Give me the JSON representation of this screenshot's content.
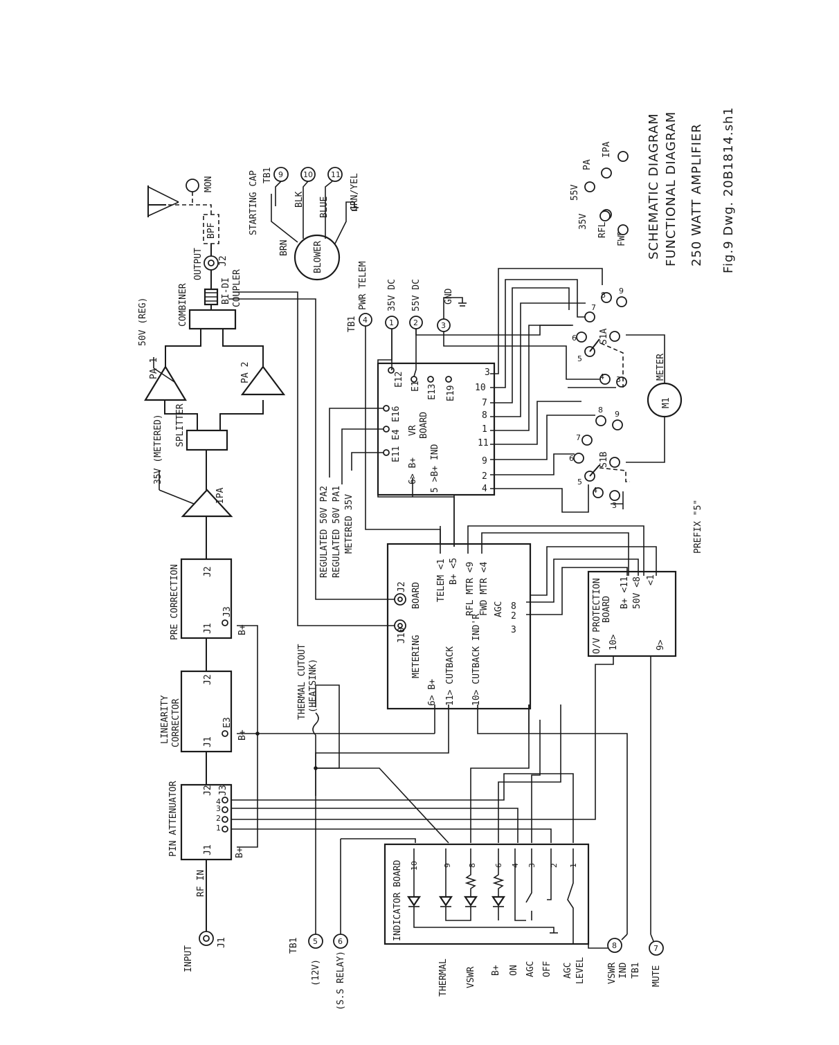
{
  "title_block": {
    "line1": "SCHEMATIC DIAGRAM",
    "line2": "FUNCTIONAL DIAGRAM",
    "line3": "250 WATT AMPLIFIER",
    "line4": "Fig.9 Dwg. 20B1814.sh1"
  },
  "prefix_note": "PREFIX \"5\"",
  "blocks": {
    "pin_attenuator": "PIN ATTENUATOR",
    "linearity_corrector_1": "LINEARITY",
    "linearity_corrector_2": "CORRECTOR",
    "pre_correction": "PRE CORRECTION",
    "ipa": "IPA",
    "splitter": "SPLITTER",
    "pa1": "PA 1",
    "pa2": "PA 2",
    "combiner": "COMBINER",
    "coupler_1": "BI-DI",
    "coupler_2": "COUPLER",
    "output": "OUTPUT",
    "bpf": "BPF",
    "mon": "MON",
    "metering_board": "METERING",
    "metering_board_2": "BOARD",
    "vr_board": "VR",
    "vr_board_2": "BOARD",
    "indicator_board": "INDICATOR BOARD",
    "ov_protection_1": "O/V PROTECTION",
    "ov_protection_2": "BOARD",
    "thermal_cutout_1": "THERMAL CUTOUT",
    "thermal_cutout_2": "(HEATSINK)",
    "blower": "BLOWER",
    "starting_cap": "STARTING CAP",
    "meter": "METER",
    "meter_ref": "M1"
  },
  "voltages": {
    "v50_reg": "50V (REG)",
    "v35_metered": "35V (METERED)"
  },
  "jacks": {
    "input": "INPUT",
    "j1": "J1",
    "j2": "J2",
    "j3": "J3",
    "e3": "E3",
    "rf_in": "RF IN",
    "bplus": "B+",
    "tb1": "TB1",
    "j10": "J10",
    "j2_meter": "J2"
  },
  "pin_numbers": {
    "p1": "1",
    "p2": "2",
    "p3": "3",
    "p4": "4"
  },
  "tb1_terminals": [
    {
      "num": "9",
      "label": "BRN"
    },
    {
      "num": "10",
      "label": "BLK"
    },
    {
      "num": "11",
      "label": "BLUE"
    }
  ],
  "blower_wires": {
    "gnd": "GRN/YEL"
  },
  "top_terminals": [
    {
      "num": "4",
      "label": "PWR TELEM"
    },
    {
      "num": "1",
      "label": "35V DC"
    },
    {
      "num": "2",
      "label": "55V DC"
    },
    {
      "num": "3",
      "label": "GND"
    }
  ],
  "vr_pins": [
    "E12",
    "E1",
    "E13",
    "E19",
    "E16",
    "E4",
    "E11"
  ],
  "vr_connector": [
    "3",
    "10",
    "7",
    "8",
    "1",
    "11",
    "9",
    "2",
    "4",
    "6> B+",
    "5 >B+ IND"
  ],
  "vr_side_labels": {
    "reg50_pa2": "REGULATED 50V PA2",
    "reg50_pa1": "REGULATED 50V PA1",
    "metered35": "METERED 35V"
  },
  "metering_pins": {
    "telem": "TELEM <1",
    "bplus": "B+ <5",
    "rfl_mtr": "RFL MTR <9",
    "fwd_mtr": "FWD MTR <4",
    "agc": "AGC",
    "agc_pins": [
      "8",
      "2",
      "3"
    ],
    "bplus6": "6> B+",
    "cutback": "11> CUTBACK",
    "cutback_ind": "10> CUTBACK IND'R"
  },
  "ov_pins": {
    "bplus": "B+ <11",
    "v50": "50V <8",
    "gnd": "<1",
    "p10": "10>",
    "p9": "9>"
  },
  "switch_s1a": {
    "name": "S1A",
    "positions": [
      "3",
      "4",
      "5",
      "6",
      "7",
      "8",
      "9"
    ],
    "legend": [
      "35V",
      "55V",
      "PA",
      "IPA",
      "RFL",
      "FWD"
    ]
  },
  "switch_s1b": {
    "name": "S1B",
    "positions": [
      "3",
      "4",
      "5",
      "6",
      "7",
      "8",
      "9"
    ]
  },
  "indicator_pins": [
    "10",
    "9",
    "8",
    "6",
    "4",
    "3",
    "2",
    "1"
  ],
  "indicator_labels": [
    "THERMAL",
    "VSWR",
    "B+",
    "ON",
    "AGC",
    "OFF",
    "AGC",
    "LEVEL"
  ],
  "bottom_terminals": [
    {
      "num": "5",
      "label": "(12V)"
    },
    {
      "num": "6",
      "label": "(S.S RELAY)"
    },
    {
      "num": "8",
      "label": "VSWR"
    },
    {
      "num": "7",
      "label": "MUTE"
    }
  ],
  "bottom_extra": {
    "vswr_ind": "IND",
    "tb1": "TB1"
  }
}
